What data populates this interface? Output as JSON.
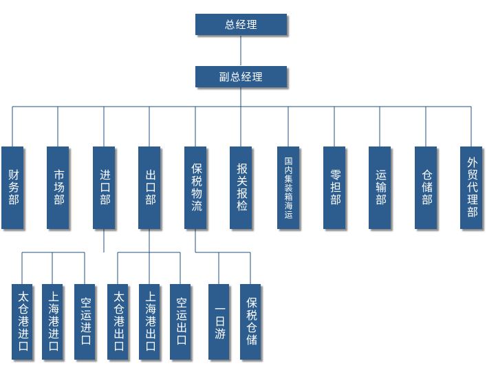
{
  "top": {
    "label": "总经理"
  },
  "vice": {
    "label": "副总经理"
  },
  "departments": [
    {
      "label": "财务部"
    },
    {
      "label": "市场部"
    },
    {
      "label": "进口部"
    },
    {
      "label": "出口部"
    },
    {
      "label": "保税物流"
    },
    {
      "label": "报关报检"
    },
    {
      "label": "国内集装箱海运"
    },
    {
      "label": "零担部"
    },
    {
      "label": "运输部"
    },
    {
      "label": "仓储部"
    },
    {
      "label": "外贸代理部"
    }
  ],
  "import_subs": [
    {
      "label": "太仓港进口"
    },
    {
      "label": "上海港进口"
    },
    {
      "label": "空运进口"
    }
  ],
  "export_subs": [
    {
      "label": "太仓港出口"
    },
    {
      "label": "上海港出口"
    },
    {
      "label": "空运出口"
    }
  ],
  "bonded_subs": [
    {
      "label": "一日游"
    },
    {
      "label": "保税仓储"
    }
  ],
  "colors": {
    "box": "#2c5d8e",
    "line": "#1f4f7f",
    "text": "#ffffff"
  }
}
